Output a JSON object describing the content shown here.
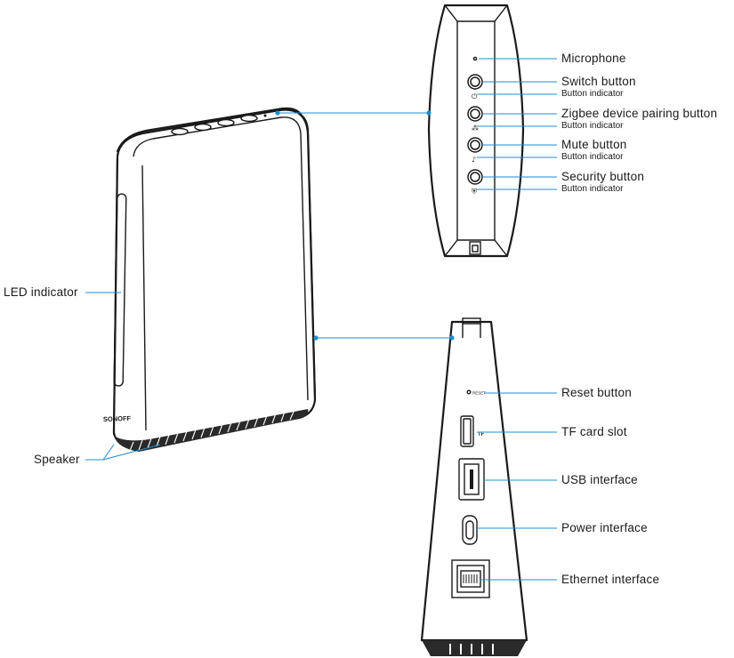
{
  "labels": {
    "microphone": "Microphone",
    "switch_button": "Switch button",
    "button_indicator_1": "Button indicator",
    "zigbee_button": "Zigbee device pairing button",
    "button_indicator_2": "Button indicator",
    "mute_button": "Mute button",
    "button_indicator_3": "Button indicator",
    "security_button": "Security button",
    "button_indicator_4": "Button indicator",
    "led_indicator": "LED indicator",
    "speaker": "Speaker",
    "reset_button": "Reset button",
    "tf_card_slot": "TF card slot",
    "usb_interface": "USB interface",
    "power_interface": "Power interface",
    "ethernet_interface": "Ethernet interface"
  },
  "device_markings": {
    "brand": "SONOFF",
    "reset_text": "RESET",
    "tf_text": "TF"
  },
  "colors": {
    "leader": "#1e8fcf",
    "outline": "#1a1a1a"
  }
}
